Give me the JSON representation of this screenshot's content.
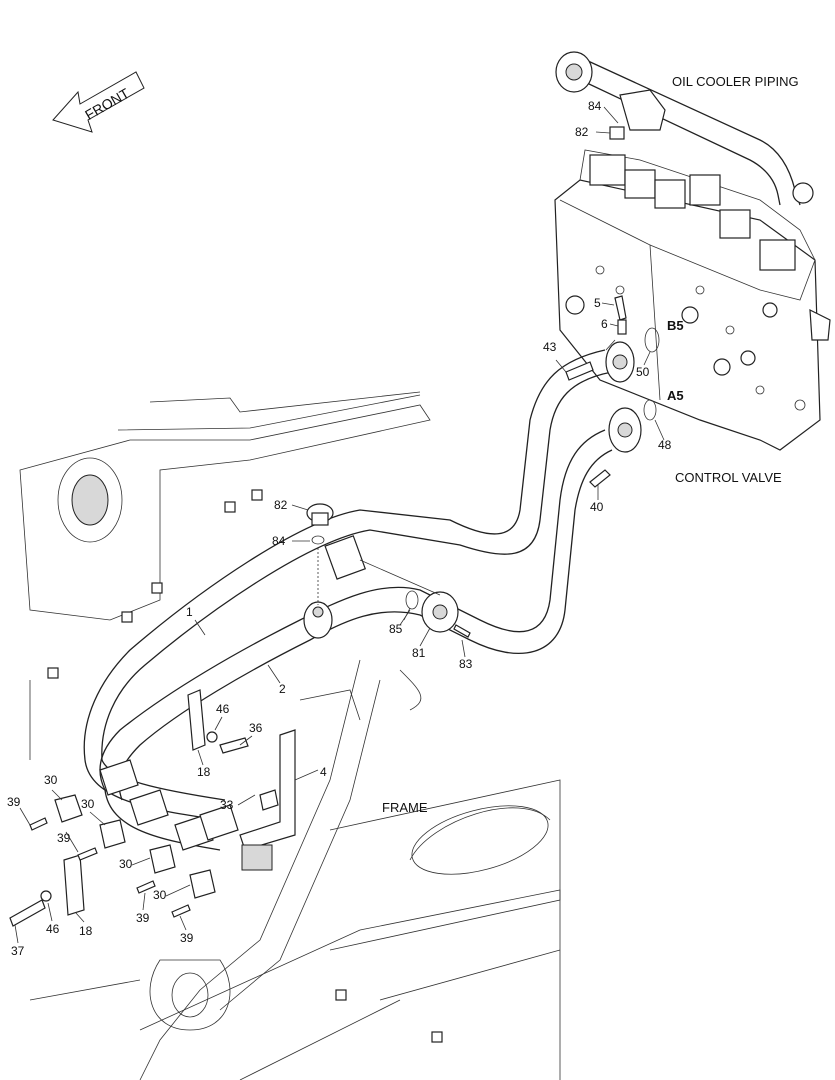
{
  "labels": {
    "front": "FRONT",
    "oil_cooler_piping": "OIL COOLER PIPING",
    "control_valve": "CONTROL VALVE",
    "frame": "FRAME",
    "port_b5": "B5",
    "port_a5": "A5"
  },
  "callouts": {
    "c84_top": "84",
    "c82_top": "82",
    "c5": "5",
    "c6": "6",
    "c43": "43",
    "c50": "50",
    "c48": "48",
    "c40": "40",
    "c82_mid": "82",
    "c84_mid": "84",
    "c85": "85",
    "c81": "81",
    "c83": "83",
    "c1": "1",
    "c2": "2",
    "c46_mid": "46",
    "c36": "36",
    "c18_mid": "18",
    "c4": "4",
    "c33": "33",
    "c30_a": "30",
    "c30_b": "30",
    "c30_c": "30",
    "c30_d": "30",
    "c39_a": "39",
    "c39_b": "39",
    "c39_c": "39",
    "c39_d": "39",
    "c37": "37",
    "c46_low": "46",
    "c18_low": "18"
  }
}
